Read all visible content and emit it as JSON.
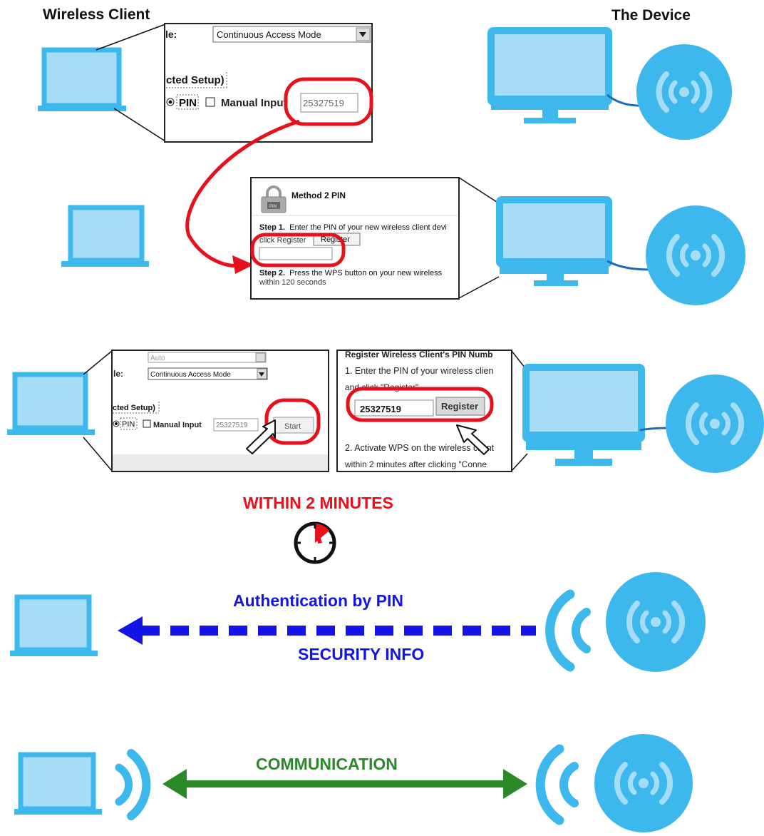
{
  "headers": {
    "client": "Wireless Client",
    "device": "The Device"
  },
  "panel1": {
    "mode_label": "le:",
    "mode_value": "Continuous Access Mode",
    "setup_label": "cted Setup)",
    "pin_label": "PIN",
    "manual_label": "Manual Input",
    "pin_value": "25327519"
  },
  "panel2": {
    "title": "Method 2 PIN",
    "badge": "PIN",
    "step1_bold": "Step 1.",
    "step1_text": "Enter the PIN of your new wireless client devi",
    "step1_line2": "click Register",
    "register_button": "Register",
    "step2_bold": "Step 2.",
    "step2_text": "Press the WPS button on your new wireless",
    "step2_line2": "within 120 seconds"
  },
  "panel3": {
    "auto_value": "Auto",
    "mode_label": "le:",
    "mode_value": "Continuous Access Mode",
    "setup_label": "cted Setup)",
    "pin_label": "PIN",
    "manual_label": "Manual Input",
    "pin_value": "25327519",
    "start_button": "Start"
  },
  "panel4": {
    "title": "Register Wireless Client's PIN Numb",
    "step1": "1. Enter the PIN of your wireless clien",
    "step1_line2": "and click \"Register\"",
    "pin_value": "25327519",
    "register_button": "Register",
    "step2": "2. Activate WPS on the wireless client",
    "step2_line2": "within 2 minutes after clicking \"Conne"
  },
  "labels": {
    "within": "WITHIN 2 MINUTES",
    "auth": "Authentication by PIN",
    "security": "SECURITY INFO",
    "communication": "COMMUNICATION"
  },
  "colors": {
    "device_blue": "#3db8ec",
    "screen_light": "#a6ddf6",
    "highlight_red": "#e8101a",
    "auth_blue": "#1414e6",
    "comm_green": "#2a8a28"
  }
}
